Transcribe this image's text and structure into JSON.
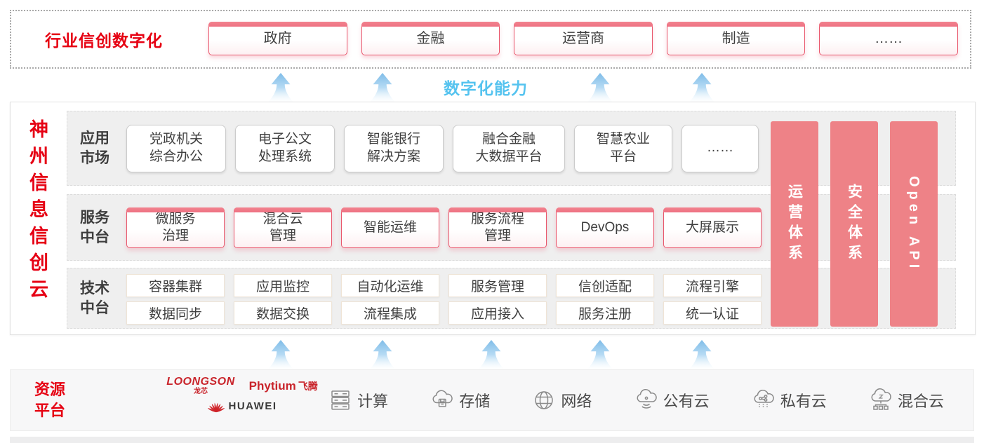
{
  "top_banner": {
    "label": "行业信创数字化",
    "items": [
      "政府",
      "金融",
      "运营商",
      "制造",
      "……"
    ]
  },
  "capability_label": "数字化能力",
  "platform": {
    "vertical_title": "神州信息信创云",
    "app_row": {
      "label": "应用\n市场",
      "items": [
        "党政机关\n综合办公",
        "电子公文\n处理系统",
        "智能银行\n解决方案",
        "融合金融\n大数据平台",
        "智慧农业\n平台",
        "……"
      ]
    },
    "service_row": {
      "label": "服务\n中台",
      "items": [
        "微服务\n治理",
        "混合云\n管理",
        "智能运维",
        "服务流程\n管理",
        "DevOps",
        "大屏展示"
      ]
    },
    "tech_row": {
      "label": "技术\n中台",
      "row1": [
        "容器集群",
        "应用监控",
        "自动化运维",
        "服务管理",
        "信创适配",
        "流程引擎"
      ],
      "row2": [
        "数据同步",
        "数据交换",
        "流程集成",
        "应用接入",
        "服务注册",
        "统一认证"
      ]
    },
    "side_bars": [
      {
        "label": "运营体系"
      },
      {
        "label": "安全体系"
      },
      {
        "label": "Open API"
      }
    ]
  },
  "resources": {
    "label": "资源\n平台",
    "vendors": {
      "loongson": "LOONGSON",
      "loongson_cn": "龙芯",
      "phytium": "Phytium",
      "phytium_cn": "飞腾",
      "huawei": "HUAWEI"
    },
    "items": [
      {
        "icon": "compute-icon",
        "label": "计算"
      },
      {
        "icon": "storage-icon",
        "label": "存储"
      },
      {
        "icon": "network-icon",
        "label": "网络"
      },
      {
        "icon": "public-cloud-icon",
        "label": "公有云"
      },
      {
        "icon": "private-cloud-icon",
        "label": "私有云"
      },
      {
        "icon": "hybrid-cloud-icon",
        "label": "混合云"
      }
    ]
  },
  "colors": {
    "brand_red": "#e60012",
    "bar_pink": "#ee8287",
    "accent_blue": "#55c3ef",
    "panel_gray": "#efefef"
  }
}
